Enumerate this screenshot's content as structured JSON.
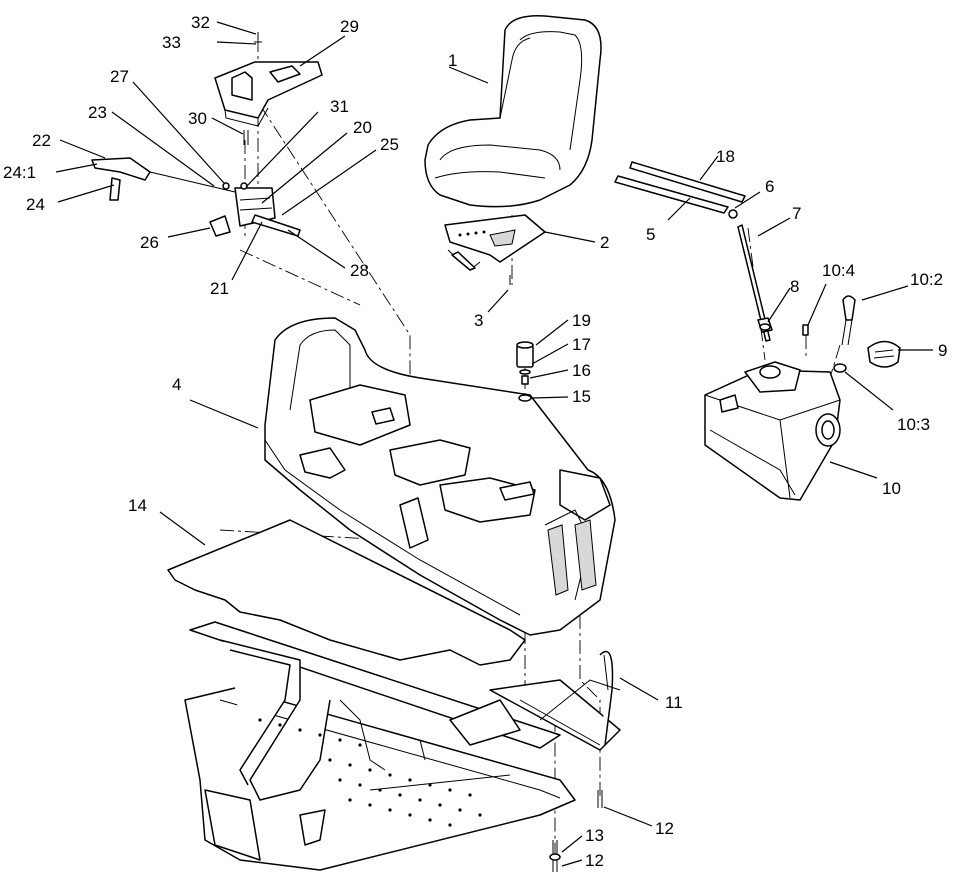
{
  "callouts": [
    {
      "id": "c1",
      "label": "1"
    },
    {
      "id": "c2",
      "label": "2"
    },
    {
      "id": "c3",
      "label": "3"
    },
    {
      "id": "c4",
      "label": "4"
    },
    {
      "id": "c5",
      "label": "5"
    },
    {
      "id": "c6",
      "label": "6"
    },
    {
      "id": "c7",
      "label": "7"
    },
    {
      "id": "c8",
      "label": "8"
    },
    {
      "id": "c9",
      "label": "9"
    },
    {
      "id": "c10",
      "label": "10"
    },
    {
      "id": "c10_2",
      "label": "10:2"
    },
    {
      "id": "c10_3",
      "label": "10:3"
    },
    {
      "id": "c10_4",
      "label": "10:4"
    },
    {
      "id": "c11",
      "label": "11"
    },
    {
      "id": "c12a",
      "label": "12"
    },
    {
      "id": "c12b",
      "label": "12"
    },
    {
      "id": "c13",
      "label": "13"
    },
    {
      "id": "c14",
      "label": "14"
    },
    {
      "id": "c15",
      "label": "15"
    },
    {
      "id": "c16",
      "label": "16"
    },
    {
      "id": "c17",
      "label": "17"
    },
    {
      "id": "c18",
      "label": "18"
    },
    {
      "id": "c19",
      "label": "19"
    },
    {
      "id": "c20",
      "label": "20"
    },
    {
      "id": "c21",
      "label": "21"
    },
    {
      "id": "c22",
      "label": "22"
    },
    {
      "id": "c23",
      "label": "23"
    },
    {
      "id": "c24",
      "label": "24"
    },
    {
      "id": "c24_1",
      "label": "24:1"
    },
    {
      "id": "c25",
      "label": "25"
    },
    {
      "id": "c26",
      "label": "26"
    },
    {
      "id": "c27",
      "label": "27"
    },
    {
      "id": "c28",
      "label": "28"
    },
    {
      "id": "c29",
      "label": "29"
    },
    {
      "id": "c30",
      "label": "30"
    },
    {
      "id": "c31",
      "label": "31"
    },
    {
      "id": "c32",
      "label": "32"
    },
    {
      "id": "c33",
      "label": "33"
    }
  ]
}
